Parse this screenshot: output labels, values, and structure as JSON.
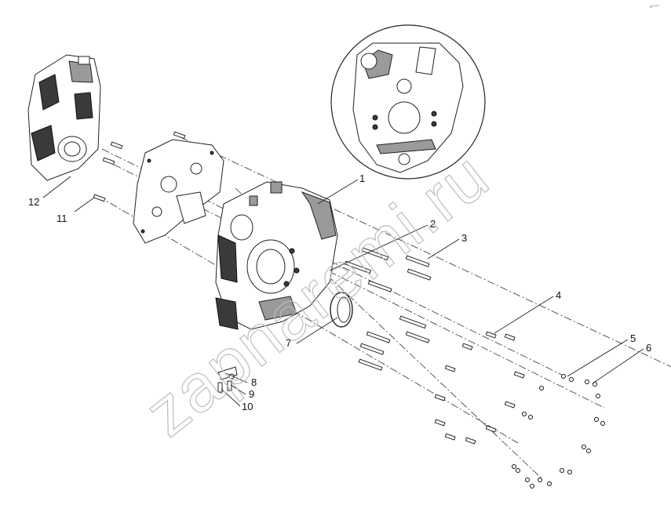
{
  "watermark": "zapnaremi.ru",
  "corner_mark": "a⁰ ⁰⁰⁰",
  "callouts": [
    {
      "label": "1"
    },
    {
      "label": "2"
    },
    {
      "label": "3"
    },
    {
      "label": "4"
    },
    {
      "label": "5"
    },
    {
      "label": "6"
    },
    {
      "label": "7"
    },
    {
      "label": "8"
    },
    {
      "label": "9"
    },
    {
      "label": "10"
    },
    {
      "label": "11"
    },
    {
      "label": "12"
    }
  ],
  "icons": [
    "timing-housing-icon",
    "gasket-icon",
    "flywheel-housing-icon",
    "oil-seal-icon",
    "bolt-icon",
    "nut-icon",
    "detail-view-icon"
  ]
}
